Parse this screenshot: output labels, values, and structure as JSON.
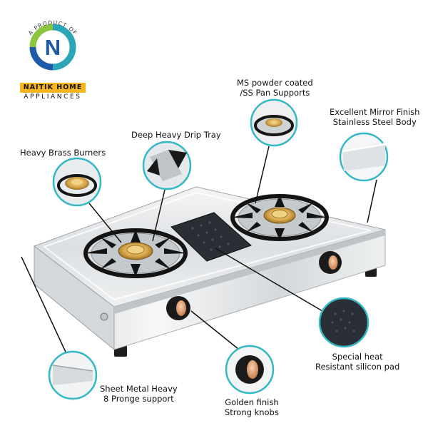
{
  "logo": {
    "tagline": "A PRODUCT OF",
    "monogram": "N",
    "brand_name": "NAITIK HOME",
    "brand_sub": "APPLIANCES",
    "colors": {
      "teal": "#2aa6b8",
      "green": "#8cc63f",
      "blue": "#1e5aa8",
      "yellow": "#f6b51c"
    }
  },
  "callouts": [
    {
      "id": "pan-supports",
      "lines": [
        "MS powder coated",
        "/SS Pan Supports"
      ]
    },
    {
      "id": "body",
      "lines": [
        "Excellent Mirror Finish",
        "Stainless Steel Body"
      ]
    },
    {
      "id": "drip-tray",
      "lines": [
        "Deep Heavy Drip Tray"
      ]
    },
    {
      "id": "brass-burners",
      "lines": [
        "Heavy Brass Burners"
      ]
    },
    {
      "id": "silicon-pad",
      "lines": [
        "Special heat",
        "Resistant silicon pad"
      ]
    },
    {
      "id": "sheet-metal",
      "lines": [
        "Sheet Metal Heavy",
        "8 Pronge support"
      ]
    },
    {
      "id": "knobs",
      "lines": [
        "Golden finish",
        "Strong knobs"
      ]
    }
  ],
  "accent": {
    "circle_border": "#36b7c4",
    "copper": "#e8a476",
    "pad": "#2a2f36"
  }
}
